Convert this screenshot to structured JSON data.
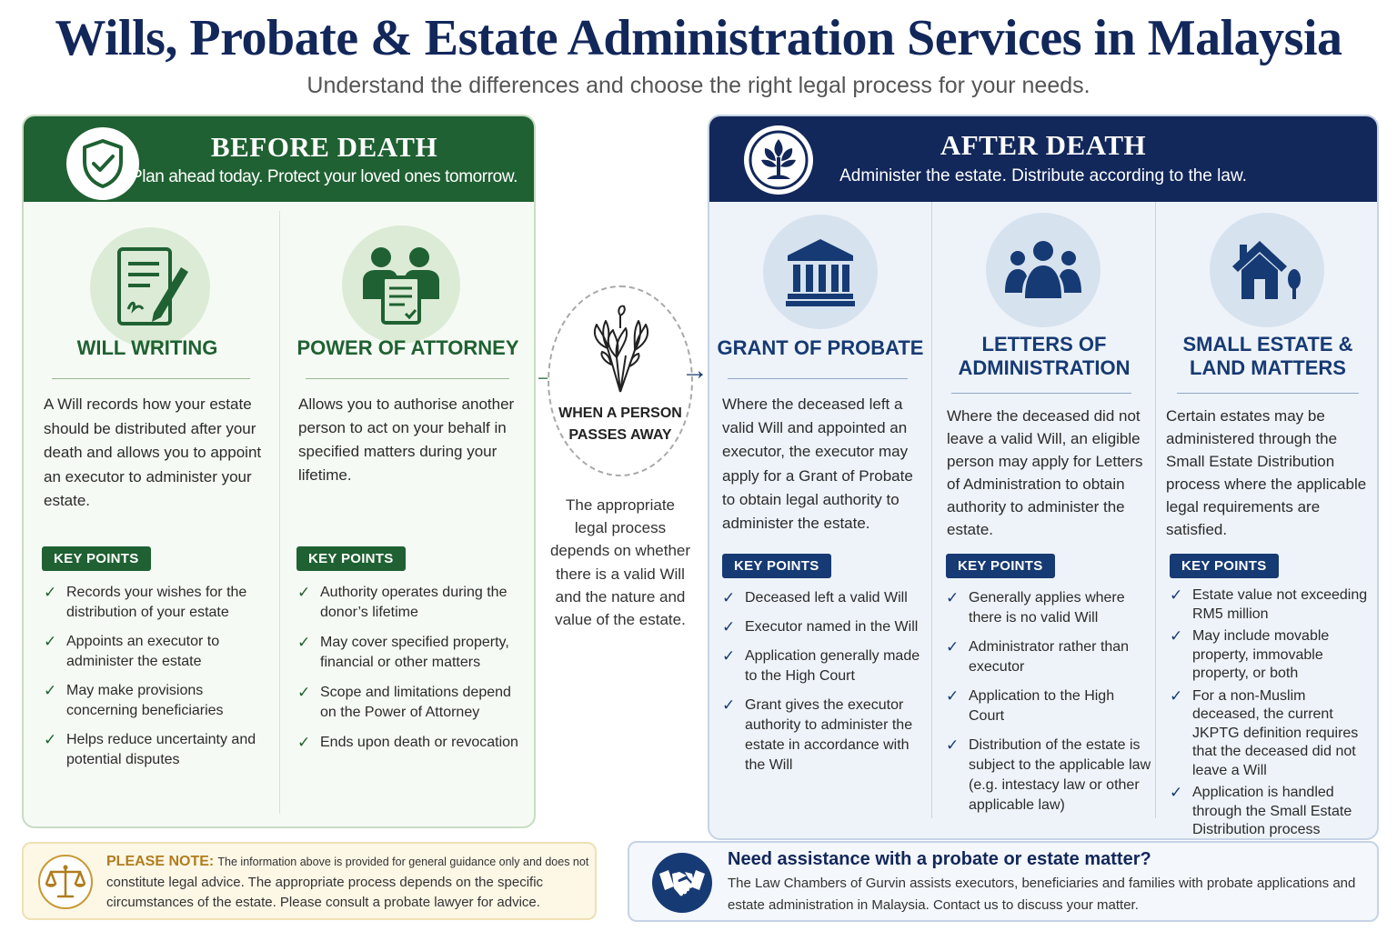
{
  "header": {
    "title": "Wills, Probate & Estate Administration Services in Malaysia",
    "subtitle": "Understand the differences and choose the right legal process for your needs."
  },
  "before": {
    "title": "BEFORE DEATH",
    "subtitle": "Plan ahead today. Protect your loved ones tomorrow.",
    "icon": "shield-check-icon",
    "columns": [
      {
        "icon": "will-document-pen-icon",
        "title": "WILL WRITING",
        "description": "A Will records how your estate should be distributed after your death and allows you to appoint an executor to administer your estate.",
        "key_points_label": "KEY POINTS",
        "points": [
          "Records your wishes for the distribution of your estate",
          "Appoints an executor to administer the estate",
          "May make provisions concerning beneficiaries",
          "Helps reduce uncertainty and potential disputes"
        ]
      },
      {
        "icon": "two-people-document-icon",
        "title": "POWER OF ATTORNEY",
        "description": "Allows you to authorise another person to act on your behalf in specified matters during your lifetime.",
        "key_points_label": "KEY POINTS",
        "points": [
          "Authority operates during the donor’s lifetime",
          "May cover specified property, financial or other matters",
          "Scope and limitations depend on the Power of Attorney",
          "Ends upon death or revocation"
        ]
      }
    ]
  },
  "middle": {
    "icon": "lily-bouquet-icon",
    "label": "WHEN A PERSON PASSES AWAY",
    "text": "The appropriate legal process depends on whether there is a valid Will and the nature and value of the estate."
  },
  "after": {
    "title": "AFTER DEATH",
    "subtitle": "Administer the estate. Distribute according to the law.",
    "icon": "tree-icon",
    "columns": [
      {
        "icon": "courthouse-icon",
        "title": "GRANT OF PROBATE",
        "description": "Where the deceased left a valid Will and appointed an executor, the executor may apply for a Grant of Probate to obtain legal authority to administer the estate.",
        "key_points_label": "KEY POINTS",
        "points": [
          "Deceased left a valid Will",
          "Executor named in the Will",
          "Application generally made to the High Court",
          "Grant gives the executor authority to administer the estate in accordance with the Will"
        ]
      },
      {
        "icon": "group-people-icon",
        "title": "LETTERS OF ADMINISTRATION",
        "description": "Where the deceased did not leave a valid Will, an eligible person may apply for Letters of Administration to obtain authority to administer the estate.",
        "key_points_label": "KEY POINTS",
        "points": [
          "Generally applies where there is no valid Will",
          "Administrator rather than executor",
          "Application to the High Court",
          "Distribution of the estate is subject to the applicable law (e.g. intestacy law or other applicable law)"
        ]
      },
      {
        "icon": "house-tree-icon",
        "title": "SMALL ESTATE & LAND MATTERS",
        "description": "Certain estates may be administered through the Small Estate Distribution process where the applicable legal requirements are satisfied.",
        "key_points_label": "KEY POINTS",
        "points": [
          "Estate value not exceeding RM5 million",
          "May include movable property, immovable property, or both",
          "For a non-Muslim deceased, the current JKPTG definition requires that the deceased did not leave a Will",
          "Application is handled through the Small Estate Distribution process"
        ]
      }
    ]
  },
  "note": {
    "icon": "scales-icon",
    "label": "PLEASE NOTE:",
    "small_text": "The information above is provided for general guidance only and does not",
    "text": "constitute legal advice. The appropriate process depends on the specific circumstances of the estate. Please consult a probate lawyer for advice."
  },
  "assist": {
    "icon": "handshake-icon",
    "title": "Need assistance with a probate or estate matter?",
    "text": "The Law Chambers of Gurvin assists executors, beneficiaries and families with probate applications and estate administration in Malaysia. Contact us to discuss your matter."
  },
  "colors": {
    "navy": "#12275a",
    "green": "#1f6132",
    "blue": "#163a73",
    "gold": "#b07d1d"
  }
}
